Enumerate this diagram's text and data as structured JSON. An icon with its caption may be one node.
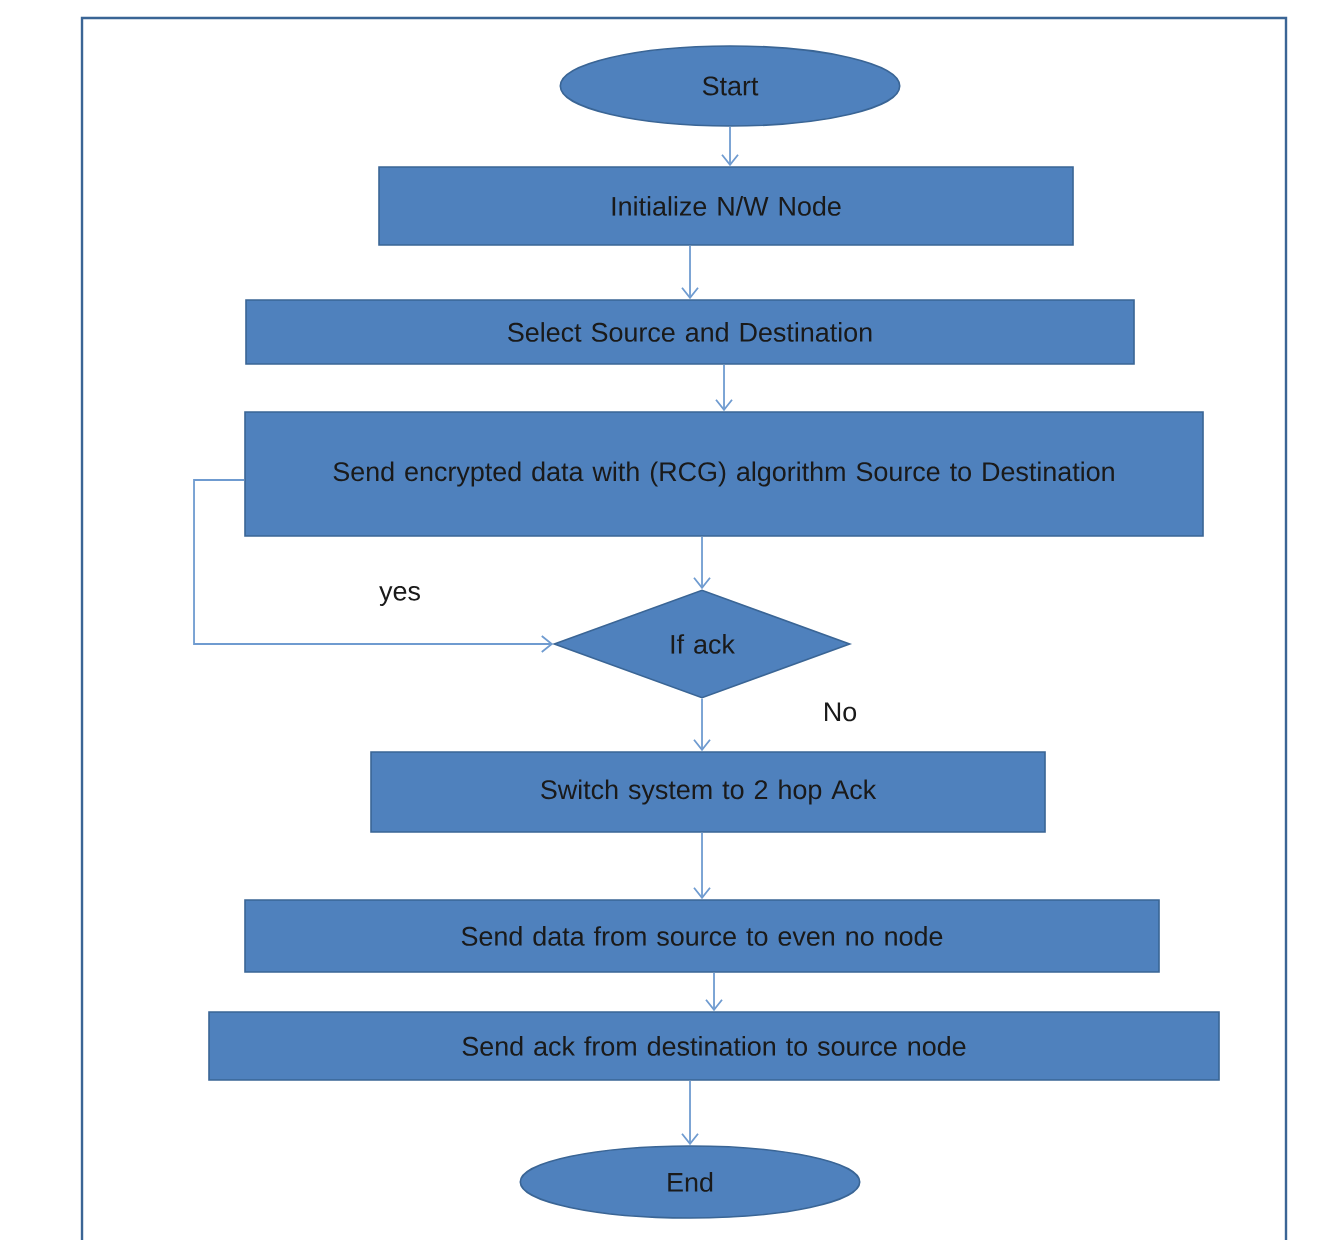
{
  "diagram": {
    "nodes": [
      {
        "text": [
          "Start"
        ]
      },
      {
        "text": [
          "Initialize N/W Node"
        ]
      },
      {
        "text": [
          "Select Source and Destination"
        ]
      },
      {
        "text": [
          "Send encrypted data with (RCG) algorithm Source to Destination"
        ]
      },
      {
        "text": [
          "If ack"
        ]
      },
      {
        "text": [
          "Switch system to 2 hop Ack"
        ]
      },
      {
        "text": [
          "Send data from source to even no node"
        ]
      },
      {
        "text": [
          "Send ack from destination to source node"
        ]
      },
      {
        "text": [
          "End"
        ]
      }
    ],
    "edges": [
      {
        "from": 0,
        "to": 1,
        "arrow": "to"
      },
      {
        "from": 1,
        "to": 2,
        "arrow": "to"
      },
      {
        "from": 2,
        "to": 3,
        "arrow": "to"
      },
      {
        "from": 3,
        "to": 4,
        "arrow": "to"
      },
      {
        "from": 3,
        "to": 4,
        "arrow": "to",
        "label": "yes"
      },
      {
        "from": 4,
        "to": 5,
        "arrow": "to",
        "label": "No"
      },
      {
        "from": 5,
        "to": 6,
        "arrow": "to"
      },
      {
        "from": 6,
        "to": 7,
        "arrow": "to"
      },
      {
        "from": 7,
        "to": 8,
        "arrow": "to"
      }
    ]
  }
}
